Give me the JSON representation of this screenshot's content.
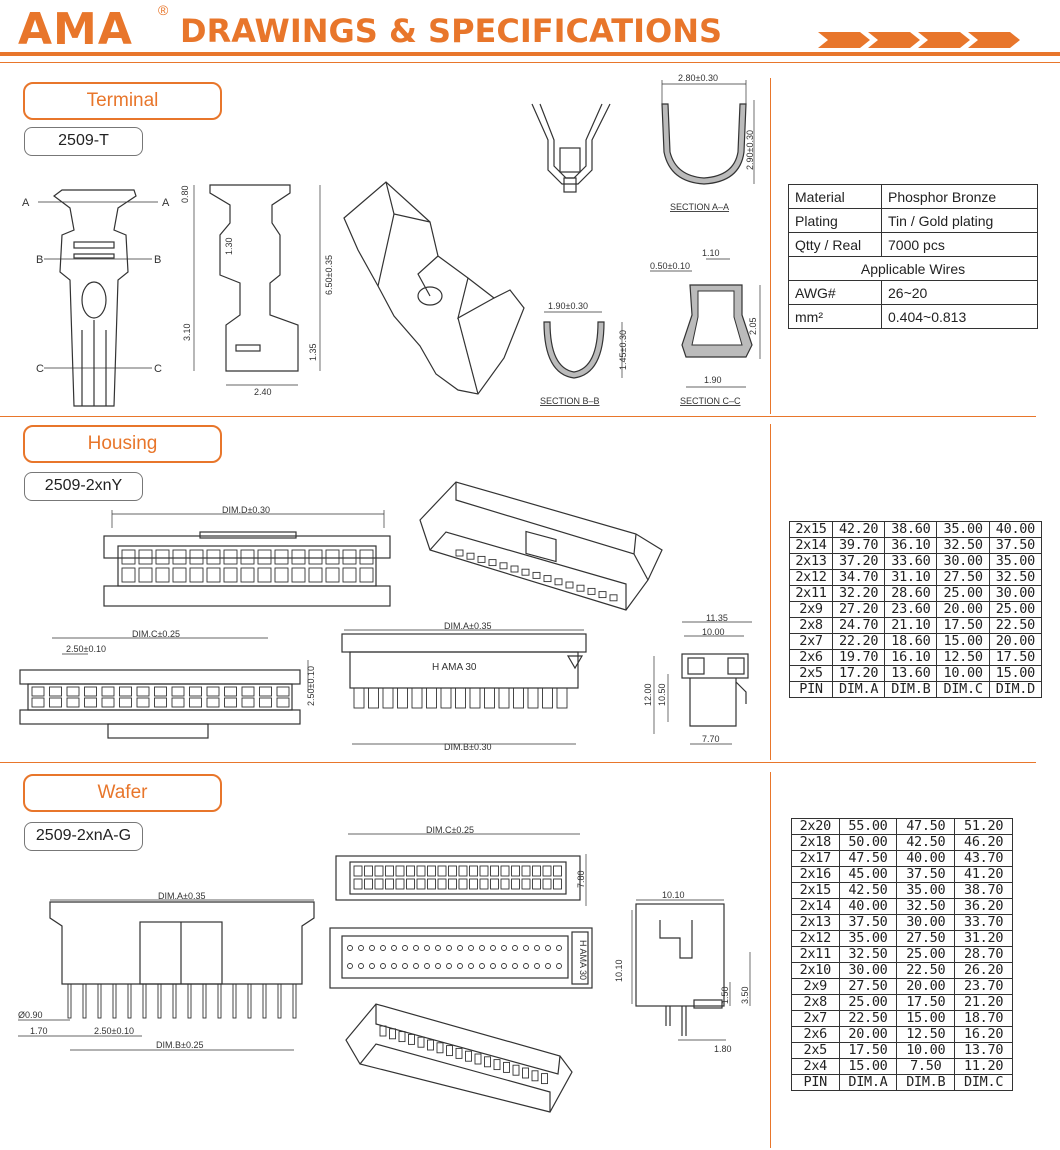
{
  "header": {
    "logo": "AMA",
    "reg_mark": "®",
    "title": "DRAWINGS & SPECIFICATIONS"
  },
  "colors": {
    "accent": "#e8762b",
    "line": "#333333"
  },
  "terminal": {
    "section_label": "Terminal",
    "model": "2509-T",
    "section_marks": [
      "A",
      "A",
      "B",
      "B",
      "C",
      "C"
    ],
    "dims": [
      "0.80",
      "1.30",
      "6.50±0.35",
      "3.10",
      "1.35",
      "2.40",
      "2.80±0.30",
      "2.90±0.30",
      "1.10",
      "0.50±0.10",
      "2.05",
      "1.90",
      "1.90±0.30",
      "1.45±0.30"
    ],
    "section_titles": [
      "SECTION A–A",
      "SECTION B–B",
      "SECTION C–C"
    ],
    "spec": {
      "rows": [
        {
          "label": "Material",
          "value": "Phosphor Bronze"
        },
        {
          "label": "Plating",
          "value": "Tin / Gold plating"
        },
        {
          "label": "Qtty / Real",
          "value": "7000 pcs"
        }
      ],
      "applicable": "Applicable Wires",
      "rows2": [
        {
          "label": "AWG#",
          "value": "26~20"
        },
        {
          "label": "mm²",
          "value": "0.404~0.813"
        }
      ]
    }
  },
  "housing": {
    "section_label": "Housing",
    "model": "2509-2xnY",
    "dims": [
      "DIM.D±0.30",
      "DIM.C±0.25",
      "2.50±0.10",
      "2.50±0.10",
      "DIM.A±0.35",
      "H  AMA  30",
      "DIM.B±0.30",
      "11.35",
      "10.00",
      "12.00",
      "10.50",
      "7.70"
    ],
    "table": {
      "header": [
        "PIN",
        "DIM.A",
        "DIM.B",
        "DIM.C",
        "DIM.D"
      ],
      "rows": [
        [
          "2x15",
          "42.20",
          "38.60",
          "35.00",
          "40.00"
        ],
        [
          "2x14",
          "39.70",
          "36.10",
          "32.50",
          "37.50"
        ],
        [
          "2x13",
          "37.20",
          "33.60",
          "30.00",
          "35.00"
        ],
        [
          "2x12",
          "34.70",
          "31.10",
          "27.50",
          "32.50"
        ],
        [
          "2x11",
          "32.20",
          "28.60",
          "25.00",
          "30.00"
        ],
        [
          "2x9",
          "27.20",
          "23.60",
          "20.00",
          "25.00"
        ],
        [
          "2x8",
          "24.70",
          "21.10",
          "17.50",
          "22.50"
        ],
        [
          "2x7",
          "22.20",
          "18.60",
          "15.00",
          "20.00"
        ],
        [
          "2x6",
          "19.70",
          "16.10",
          "12.50",
          "17.50"
        ],
        [
          "2x5",
          "17.20",
          "13.60",
          "10.00",
          "15.00"
        ]
      ]
    }
  },
  "wafer": {
    "section_label": "Wafer",
    "model": "2509-2xnA-G",
    "dims": [
      "DIM.A±0.35",
      "Ø0.90",
      "1.70",
      "2.50±0.10",
      "DIM.B±0.25",
      "DIM.C±0.25",
      "7.80",
      "H AMA 30",
      "10.10",
      "10.10",
      "1.50",
      "3.50",
      "1.80"
    ],
    "table": {
      "header": [
        "PIN",
        "DIM.A",
        "DIM.B",
        "DIM.C"
      ],
      "rows": [
        [
          "2x20",
          "55.00",
          "47.50",
          "51.20"
        ],
        [
          "2x18",
          "50.00",
          "42.50",
          "46.20"
        ],
        [
          "2x17",
          "47.50",
          "40.00",
          "43.70"
        ],
        [
          "2x16",
          "45.00",
          "37.50",
          "41.20"
        ],
        [
          "2x15",
          "42.50",
          "35.00",
          "38.70"
        ],
        [
          "2x14",
          "40.00",
          "32.50",
          "36.20"
        ],
        [
          "2x13",
          "37.50",
          "30.00",
          "33.70"
        ],
        [
          "2x12",
          "35.00",
          "27.50",
          "31.20"
        ],
        [
          "2x11",
          "32.50",
          "25.00",
          "28.70"
        ],
        [
          "2x10",
          "30.00",
          "22.50",
          "26.20"
        ],
        [
          "2x9",
          "27.50",
          "20.00",
          "23.70"
        ],
        [
          "2x8",
          "25.00",
          "17.50",
          "21.20"
        ],
        [
          "2x7",
          "22.50",
          "15.00",
          "18.70"
        ],
        [
          "2x6",
          "20.00",
          "12.50",
          "16.20"
        ],
        [
          "2x5",
          "17.50",
          "10.00",
          "13.70"
        ],
        [
          "2x4",
          "15.00",
          "7.50",
          "11.20"
        ]
      ]
    }
  }
}
